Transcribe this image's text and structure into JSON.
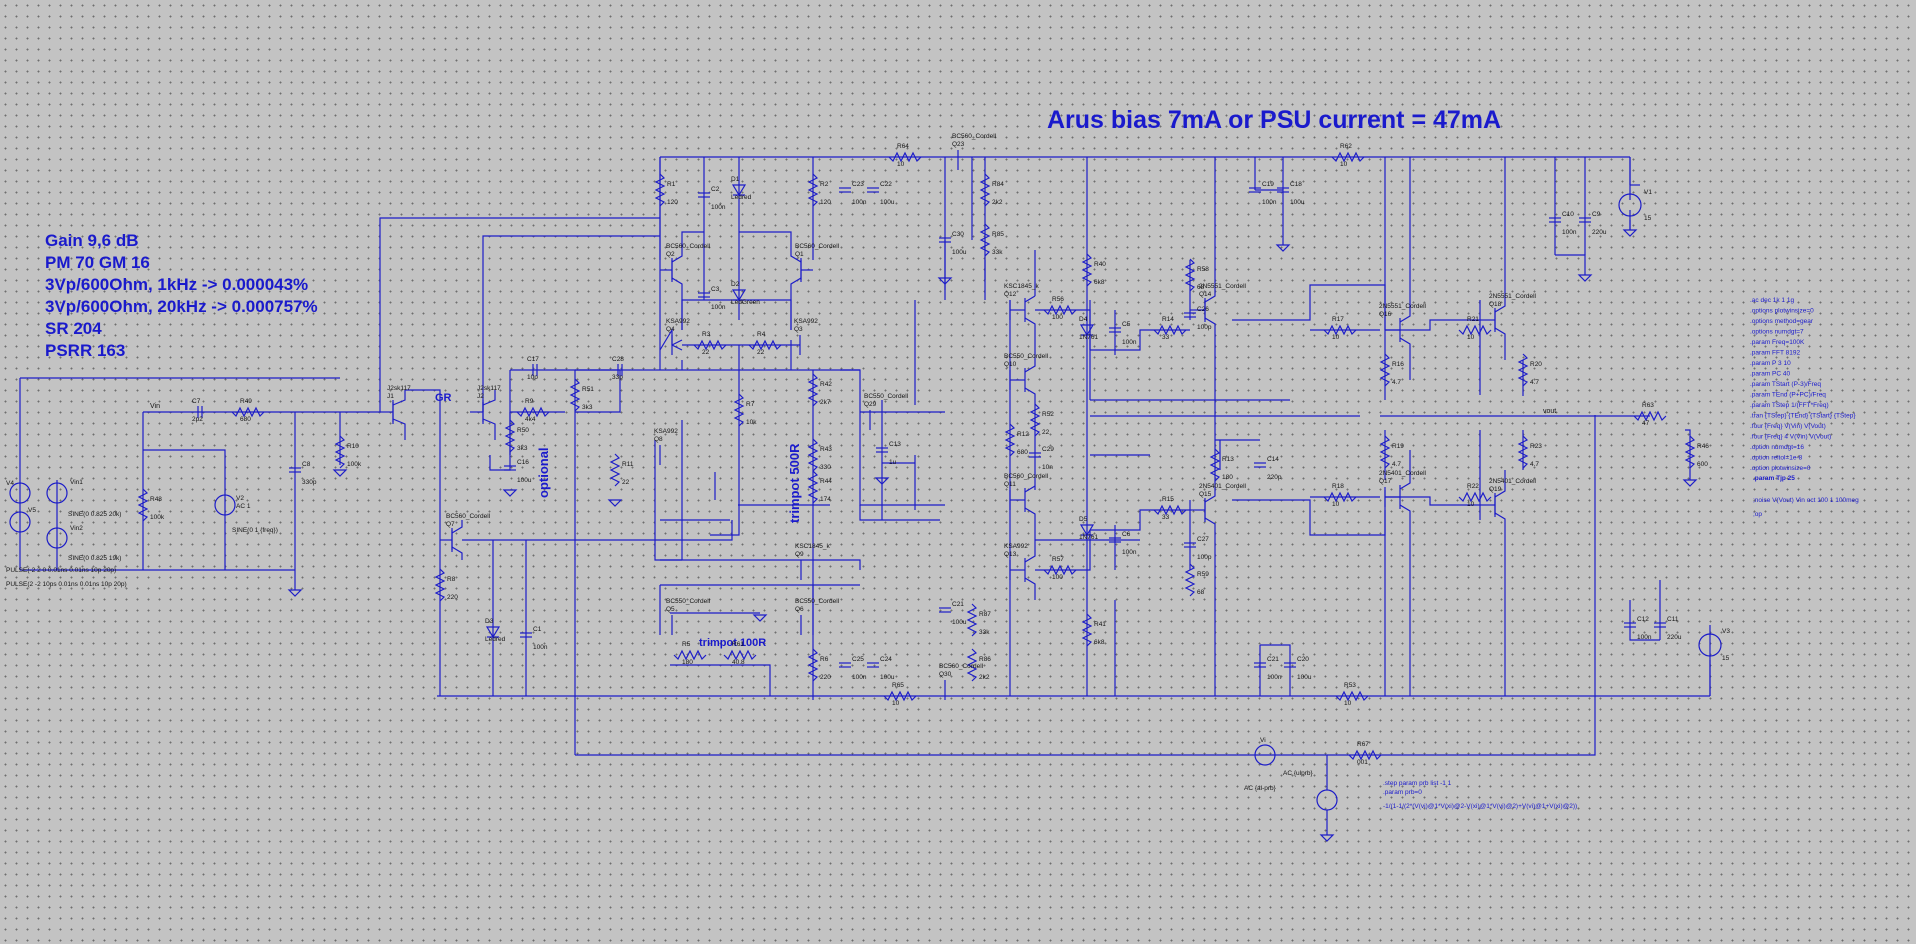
{
  "title": "Arus bias 7mA or PSU current = 47mA",
  "info_block": [
    "Gain 9,6 dB",
    "PM 70 GM 16",
    "3Vp/600Ohm, 1kHz   -> 0.000043%",
    "3Vp/600Ohm, 20kHz -> 0.000757%",
    "SR 204",
    "PSRR 163"
  ],
  "notes": {
    "gr": "GR",
    "optional": "optional",
    "trimpot_500": "trimpot 500R",
    "trimpot_100": "trimpot 100R"
  },
  "spice_directives": [
    ".ac dec 1k 1 1g",
    ".options plotwinsize=0",
    ".options method=gear",
    ".options numdgt=7",
    ".param Freq=100K",
    ".param FFT 8192",
    ".param P 3 10",
    ".param PC 40",
    ".param TStart (P-3)/Freq",
    ".param TEnd (P+PC)/Freq",
    ".param TStep 1/(FFT*Freq)",
    ".tran {TStep} {TEnd} {TStart} {TStep}",
    ".four {Freq} V(Vin) V(Vout)",
    ".four {Freq} 4 V(Vin) V(Vout)",
    ".option numdgt=16",
    ".option reltol=1e-8",
    ".option plotwinsize=0"
  ],
  "param_tjp": ".param Tjp 25",
  "noise_directive": ";noise V(Vout) Vin oct 100 1 100meg",
  "op_directive": ";op",
  "step_directives": [
    ".step param prb list -1 1",
    ".param prb=0",
    "-1/(1-1/(2*(V(vi)@1*V(xi)@2-V(xi)@1*V(vi)@2)+V(vi)@1+V(xi)@2))"
  ],
  "sources": {
    "vin_net": "Vin",
    "vout_net": "vout",
    "V4": "V4",
    "V5": "V5",
    "V1": "V1",
    "V2": "V2",
    "V3": "V3",
    "Vin1": "Vin1",
    "Vin2": "Vin2",
    "vin1_val": "SINE(0 0.825 20k)",
    "vin2_val": "SINE(0 0.825 19k)",
    "v2_ac": "AC 1",
    "v2_val": "SINE(0 1 {freq})",
    "pulse1": "PULSE(-2 2 0 0.01ns 0.01ns 10p 20p)",
    "pulse2": "PULSE(2 -2 10ps 0.01ns 0.01ns 10p 20p)",
    "v1_val": "15",
    "v3_val": "15",
    "vi": "Vi",
    "vi_ac": "AC {ulprb}",
    "ii_ac": "AC {al-prb}"
  },
  "components": [
    [
      "C7",
      "2p2"
    ],
    [
      "R49",
      "680"
    ],
    [
      "R48",
      "100k"
    ],
    [
      "C8",
      "330p"
    ],
    [
      "R10",
      "100k"
    ],
    [
      "J1",
      "J2sk117"
    ],
    [
      "J2",
      "J2sk117"
    ],
    [
      "C17",
      "10p"
    ],
    [
      "R9",
      "4k4"
    ],
    [
      "R50",
      "3k3"
    ],
    [
      "C16",
      "100u"
    ],
    [
      "R51",
      "3k3"
    ],
    [
      "C28",
      "33p"
    ],
    [
      "Q7",
      "BC560_Cordell"
    ],
    [
      "R8",
      "220"
    ],
    [
      "D3",
      "Ledred"
    ],
    [
      "C1",
      "100n"
    ],
    [
      "R1",
      "120"
    ],
    [
      "C2",
      "100n"
    ],
    [
      "D1",
      "Ledred"
    ],
    [
      "R2",
      "120"
    ],
    [
      "C23",
      "100n"
    ],
    [
      "C22",
      "100u"
    ],
    [
      "Q2",
      "BC560_Cordell"
    ],
    [
      "C3",
      "100n"
    ],
    [
      "D2",
      "LedGreen"
    ],
    [
      "Q1",
      "BC560_Cordell"
    ],
    [
      "Q4",
      "KSA992"
    ],
    [
      "R3",
      "22"
    ],
    [
      "R4",
      "22"
    ],
    [
      "Q3",
      "KSA992"
    ],
    [
      "R7",
      "10k"
    ],
    [
      "Q8",
      "KSA992"
    ],
    [
      "R11",
      "22"
    ],
    [
      "R42",
      "2k7"
    ],
    [
      "Q23",
      "BC560_Cordell"
    ],
    [
      "R43",
      "330"
    ],
    [
      "R44",
      "174"
    ],
    [
      "C13",
      "1u"
    ],
    [
      "Q9",
      "KSC1845_k"
    ],
    [
      "Q5",
      "BC550_Cordell"
    ],
    [
      "Q6",
      "BC550_Cordell"
    ],
    [
      "R5",
      "180"
    ],
    [
      "R61",
      "40.8"
    ],
    [
      "R6",
      "220"
    ],
    [
      "C25",
      "100n"
    ],
    [
      "C24",
      "100u"
    ],
    [
      "R64",
      "10"
    ],
    [
      "Q29",
      "BC550_Cordell"
    ],
    [
      "R84",
      "2k2"
    ],
    [
      "C30",
      "100u"
    ],
    [
      "R85",
      "33k"
    ],
    [
      "Q12",
      "KSC1845_k"
    ],
    [
      "R56",
      "100"
    ],
    [
      "D4",
      "1N761"
    ],
    [
      "C5",
      "100n"
    ],
    [
      "R40",
      "6k8"
    ],
    [
      "Q10",
      "BC550_Cordell"
    ],
    [
      "R52",
      "22"
    ],
    [
      "R12",
      "680"
    ],
    [
      "C29",
      "10n"
    ],
    [
      "Q11",
      "BC560_Cordell"
    ],
    [
      "D5",
      "1N761"
    ],
    [
      "C6",
      "100n"
    ],
    [
      "Q13",
      "KSA992"
    ],
    [
      "R57",
      "100"
    ],
    [
      "R41",
      "6k8"
    ],
    [
      "C21",
      "100u"
    ],
    [
      "R87",
      "33k"
    ],
    [
      "R86",
      "2k2"
    ],
    [
      "R65",
      "10"
    ],
    [
      "Q30",
      "BC560_Cordell"
    ],
    [
      "R58",
      "68"
    ],
    [
      "C26",
      "100p"
    ],
    [
      "R14",
      "33"
    ],
    [
      "Q14",
      "2N5551_Cordell"
    ],
    [
      "R13",
      "180"
    ],
    [
      "C14",
      "220p"
    ],
    [
      "R15",
      "33"
    ],
    [
      "Q15",
      "2N5401_Cordell"
    ],
    [
      "C27",
      "100p"
    ],
    [
      "R59",
      "68"
    ],
    [
      "C19",
      "100n"
    ],
    [
      "C18",
      "100u"
    ],
    [
      "R62",
      "10"
    ],
    [
      "R17",
      "10"
    ],
    [
      "Q16",
      "2N5551_Cordell"
    ],
    [
      "R16",
      "4.7"
    ],
    [
      "R21",
      "10"
    ],
    [
      "Q18",
      "2N5551_Cordell"
    ],
    [
      "R20",
      "4.7"
    ],
    [
      "R18",
      "10"
    ],
    [
      "R19",
      "4.7"
    ],
    [
      "Q17",
      "2N5401_Cordell"
    ],
    [
      "R22",
      "10"
    ],
    [
      "R23",
      "4.7"
    ],
    [
      "Q19",
      "2N5401_Cordell"
    ],
    [
      "C10",
      "100n"
    ],
    [
      "C9",
      "220u"
    ],
    [
      "R63",
      "47"
    ],
    [
      "R46",
      "600"
    ],
    [
      "C21b",
      "100n"
    ],
    [
      "C20",
      "100u"
    ],
    [
      "R53",
      "10"
    ],
    [
      "C12",
      "100n"
    ],
    [
      "C11",
      "220u"
    ],
    [
      "R67",
      "001"
    ]
  ]
}
